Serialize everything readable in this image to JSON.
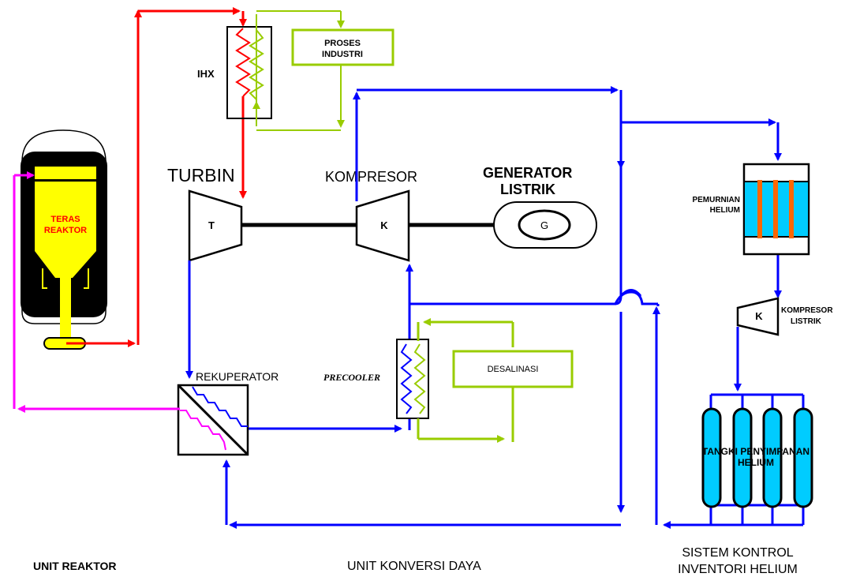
{
  "labels": {
    "ihx": "IHX",
    "proses_industri_1": "PROSES",
    "proses_industri_2": "INDUSTRI",
    "turbin": "TURBIN",
    "turbin_symbol": "T",
    "kompresor": "KOMPRESOR",
    "kompresor_symbol": "K",
    "generator_1": "GENERATOR",
    "generator_2": "LISTRIK",
    "generator_symbol": "G",
    "teras_1": "TERAS",
    "teras_2": "REAKTOR",
    "pemurnian_1": "PEMURNIAN",
    "pemurnian_2": "HELIUM",
    "kompresor_listrik_symbol": "K",
    "kompresor_listrik_1": "KOMPRESOR",
    "kompresor_listrik_2": "LISTRIK",
    "rekuperator": "REKUPERATOR",
    "precooler": "PRECOOLER",
    "desalinasi": "DESALINASI",
    "tangki_1": "TANGKI PENYIMPANAN",
    "tangki_2": "HELIUM",
    "unit_reaktor": "UNIT REAKTOR",
    "unit_konversi": "UNIT KONVERSI DAYA",
    "sistem_1": "SISTEM KONTROL",
    "sistem_2": "INVENTORI HELIUM"
  },
  "colors": {
    "primary_loop": "#ff0000",
    "secondary_loop": "#99cc00",
    "helium_loop": "#0000ff",
    "return_loop": "#ff00ff",
    "core": "#ffff00",
    "tank": "#00ccff"
  }
}
